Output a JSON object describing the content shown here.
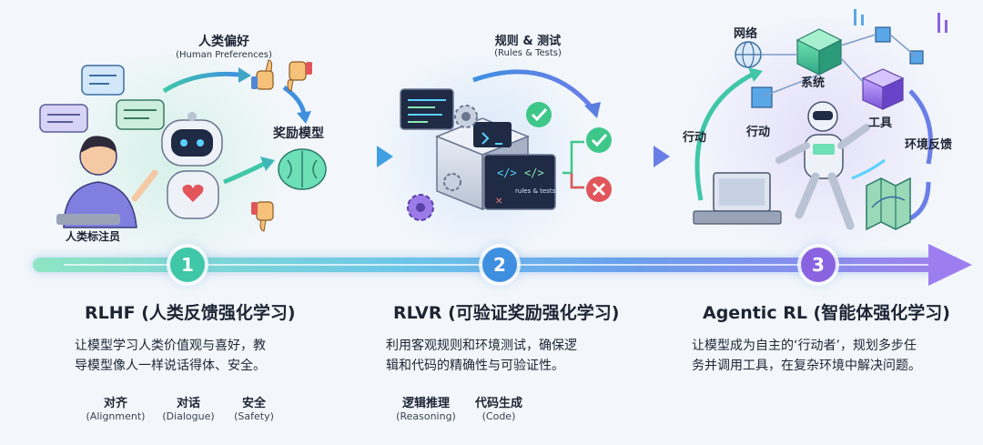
{
  "stage1": {
    "number": "1",
    "title": "RLHF (人类反馈强化学习)",
    "desc_line1": "让模型学习人类价值观与喜好，教",
    "desc_line2": "导模型像人一样说话得体、安全。",
    "tags": [
      {
        "zh": "对齐",
        "en": "(Alignment)"
      },
      {
        "zh": "对话",
        "en": "(Dialogue)"
      },
      {
        "zh": "安全",
        "en": "(Safety)"
      }
    ],
    "labels": {
      "pref_zh": "人类偏好",
      "pref_en": "(Human Preferences)",
      "reward_model": "奖励模型",
      "annotator": "人类标注员"
    }
  },
  "stage2": {
    "number": "2",
    "title": "RLVR (可验证奖励强化学习)",
    "desc_line1": "利用客观规则和环境测试，确保逻",
    "desc_line2": "辑和代码的精确性与可验证性。",
    "tags": [
      {
        "zh": "逻辑推理",
        "en": "(Reasoning)"
      },
      {
        "zh": "代码生成",
        "en": "(Code)"
      }
    ],
    "labels": {
      "rules_zh": "规则 & 测试",
      "rules_en": "(Rules & Tests)",
      "screen_text": "rules & tests"
    }
  },
  "stage3": {
    "number": "3",
    "title": "Agentic RL (智能体强化学习)",
    "desc_line1": "让模型成为自主的‘行动者’，规划多步任",
    "desc_line2": "务并调用工具，在复杂环境中解决问题。",
    "labels": {
      "network": "网络",
      "system": "系统",
      "action1": "行动",
      "action2": "行动",
      "tools": "工具",
      "env_feedback": "环境反馈"
    }
  },
  "colors": {
    "stage1": "#3fc7a8",
    "stage2": "#3f8fe0",
    "stage3": "#8a63e0"
  }
}
